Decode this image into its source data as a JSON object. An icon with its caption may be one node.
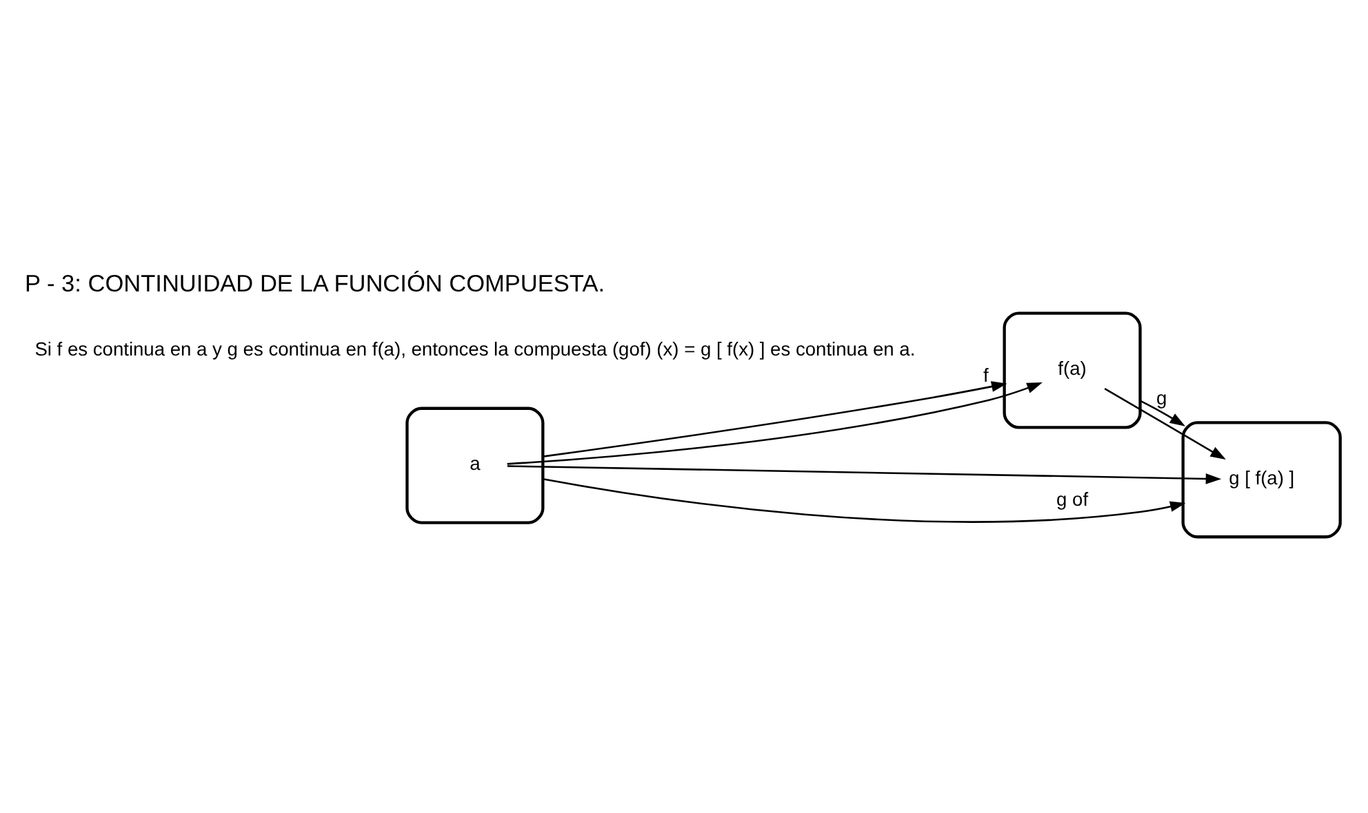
{
  "diagram": {
    "title": "P - 3: CONTINUIDAD DE LA FUNCIÓN COMPUESTA.",
    "nodes": [
      {
        "text": [],
        "shape": "ellipse"
      },
      {
        "text": [],
        "shape": "ellipse"
      },
      {
        "text": [],
        "shape": "ellipse"
      },
      {
        "text": [
          "a"
        ],
        "in": 0
      },
      {
        "text": [
          "f(a)"
        ],
        "in": 1
      },
      {
        "text": [
          "g [ f(a) ]"
        ],
        "in": 2
      }
    ],
    "edges": [
      {
        "from": 0,
        "to": 1,
        "arrow": "to",
        "label": "f"
      },
      {
        "from": 1,
        "to": 2,
        "arrow": "to",
        "label": "g"
      },
      {
        "from": 3,
        "to": 4,
        "arrow": "to"
      },
      {
        "from": 4,
        "to": 5,
        "arrow": "to"
      },
      {
        "from": 3,
        "to": 5,
        "arrow": "to"
      },
      {
        "from": 0,
        "to": 2,
        "arrow": "to",
        "label": "g of"
      }
    ],
    "labels": [
      "Si f es continua en a y g es continua en f(a), entonces la compuesta (gof) (x) = g [ f(x) ] es continua en a."
    ]
  }
}
